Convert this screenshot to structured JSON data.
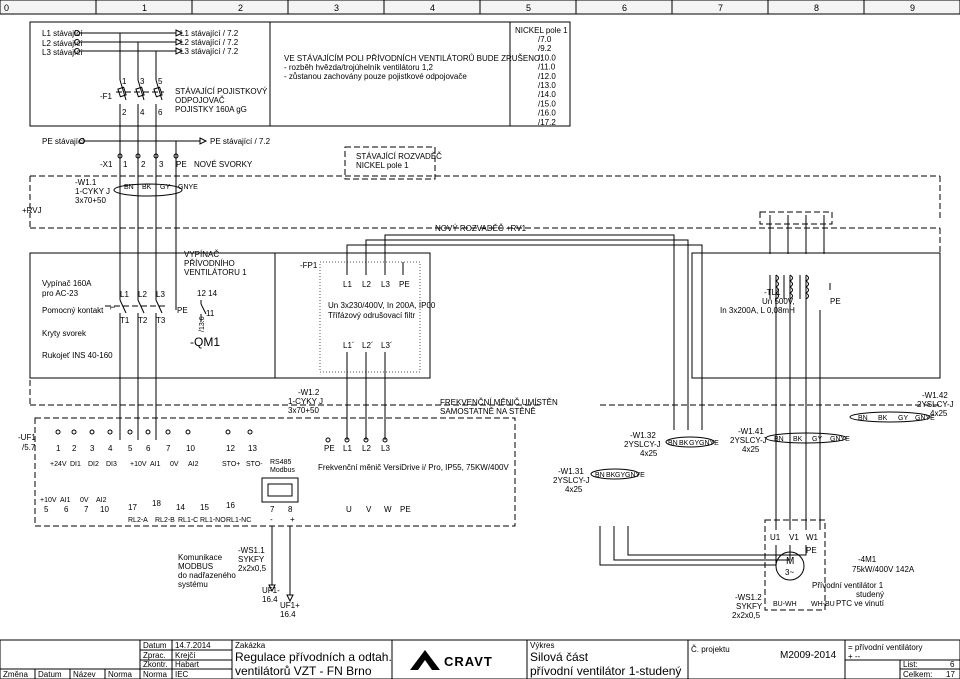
{
  "header": {
    "columns": [
      "0",
      "1",
      "2",
      "3",
      "4",
      "5",
      "6",
      "7",
      "8",
      "9"
    ]
  },
  "supply": {
    "lines": [
      "L1 stávající",
      "L2 stávající",
      "L3 stávající"
    ],
    "refs": [
      "L1 stávající / 7.2",
      "L2 stávající / 7.2",
      "L3 stávající / 7.2"
    ],
    "pe": "PE stávající",
    "pe_ref": "PE stávající / 7.2",
    "fuse_tag": "-F1",
    "fuse_pins_top": [
      "1",
      "3",
      "5"
    ],
    "fuse_pins_bottom": [
      "2",
      "4",
      "6"
    ],
    "fuse_note": [
      "STÁVAJÍCÍ POJISTKOVÝ",
      "ODPOJOVAČ",
      "POJISTKY 160A gG"
    ]
  },
  "note": {
    "lines": [
      "VE STÁVAJÍCÍM POLI PŘÍVODNÍCH VENTILÁTORŮ BUDE ZRUŠENO:",
      "- rozběh hvězda/trojúhelník ventilátoru 1,2",
      "- zůstanou zachovány pouze pojistkové odpojovače"
    ]
  },
  "nickel": {
    "title": "NICKEL pole 1",
    "refs": [
      "/7.0",
      "/9.2",
      "/10.0",
      "/11.0",
      "/12.0",
      "/13.0",
      "/14.0",
      "/15.0",
      "/16.0",
      "/17.2"
    ]
  },
  "terminals": {
    "tag": "-X1",
    "pins": [
      "1",
      "2",
      "3",
      "PE"
    ],
    "label": "NOVÉ SVORKY",
    "existing": [
      "STÁVAJÍCÍ ROZVADĚČ",
      "NICKEL pole 1"
    ]
  },
  "cable1": {
    "tag": "-W1.1",
    "type": "1-CYKY J",
    "size": "3x70+50",
    "cores": [
      "BN",
      "BK",
      "GY",
      "GNYE"
    ]
  },
  "rvj": "+RVJ",
  "new_panel": "NOVÝ ROZVADĚČ +RV1",
  "switch": {
    "desc": [
      "Vypínač 160A",
      "pro AC-23",
      "Pomocný kontakt",
      "Kryty svorek",
      "Rukojeť INS 40-160"
    ],
    "top": [
      "L1",
      "L2",
      "L3"
    ],
    "bottom": [
      "T1",
      "T2",
      "T3"
    ],
    "pe": "PE",
    "aux_top": "12 14",
    "aux_bottom": "11",
    "aux_ref": "/13.6",
    "title": [
      "VYPÍNAČ",
      "PŘÍVODNÍHO",
      "VENTILÁTORU 1"
    ],
    "tag": "-QM1"
  },
  "filter": {
    "tag": "-FP1",
    "top": [
      "L1",
      "L2",
      "L3",
      "PE"
    ],
    "bottom": [
      "L1´",
      "L2´",
      "L3´"
    ],
    "desc": [
      "Un 3x230/400V, In 200A, IP00",
      "Třífázový odrušovací filtr"
    ]
  },
  "choke": {
    "tag": "-TL1",
    "un": "Un 500V,",
    "in": "In 3x200A, L 0,08mH",
    "pe": "PE"
  },
  "cable2": {
    "tag": "-W1.2",
    "type": "1-CYKY J",
    "size": "3x70+50"
  },
  "vfd_note": [
    "FREKVENČNÍ MĚNIČ UMÍSTĚN",
    "SAMOSTATNĚ NA STĚNĚ"
  ],
  "vfd": {
    "tag": "-UF1",
    "ref": "/5.7",
    "row1": [
      "1",
      "2",
      "3",
      "4",
      "5",
      "6",
      "7",
      "10",
      "12",
      "13"
    ],
    "row1b": [
      "PE",
      "L1",
      "L2",
      "L3"
    ],
    "row2": [
      "+24V",
      "DI1",
      "DI2",
      "DI3",
      "+10V",
      "AI1",
      "0V",
      "AI2",
      "STO+",
      "STO-"
    ],
    "rs": [
      "RS485",
      "Modbus"
    ],
    "desc": "Frekvenční měnič VersiDrive i/ Pro, IP55, 75KW/400V",
    "row3": [
      "+10V",
      "AI1",
      "0V",
      "AI2"
    ],
    "row4": [
      "5",
      "6",
      "7",
      "10"
    ],
    "relay_nums": [
      "17",
      "18",
      "14",
      "15",
      "16"
    ],
    "relay_labels": [
      "RL2-A",
      "RL2-B",
      "RL1-C",
      "RL1-NO",
      "RL1-NC"
    ],
    "comm_pins": [
      "7",
      "8"
    ],
    "comm_signs": [
      "-",
      "+"
    ],
    "out": [
      "U",
      "V",
      "W",
      "PE"
    ]
  },
  "modbus_note": [
    "Komunikace",
    "MODBUS",
    "do nadřazeného",
    "systému"
  ],
  "ws1": {
    "tag": "-WS1.1",
    "type": "SYKFY",
    "size": "2x2x0,5"
  },
  "uf_minus": [
    "UF1-",
    "16.4"
  ],
  "uf_plus": [
    "UF1+",
    "16.4"
  ],
  "w131": {
    "tag": "-W1.31",
    "type": "2YSLCY-J",
    "size": "4x25",
    "cores": [
      "BN",
      "BK",
      "GY",
      "GNYE"
    ]
  },
  "w132": {
    "tag": "-W1.32",
    "type": "2YSLCY-J",
    "size": "4x25",
    "cores": [
      "BN",
      "BK",
      "GY",
      "GNYE"
    ]
  },
  "w141": {
    "tag": "-W1.41",
    "type": "2YSLCY-J",
    "size": "4x25",
    "cores": [
      "BN",
      "BK",
      "GY",
      "GNYE"
    ]
  },
  "w142": {
    "tag": "-W1.42",
    "type": "2YSLCY-J",
    "size": "4x25",
    "cores": [
      "BN",
      "BK",
      "GY",
      "GNYE"
    ]
  },
  "motor": {
    "pins": [
      "U1",
      "V1",
      "W1",
      "PE"
    ],
    "symbol": "M",
    "sym2": "3~",
    "tag": "-4M1",
    "rating": "75kW/400V 142A",
    "desc": [
      "Přívodní ventilátor 1",
      "studený",
      "PTC ve vinutí"
    ],
    "ptc": [
      "BU-WH",
      "WH-BU"
    ]
  },
  "ws12": {
    "tag": "-WS1.2",
    "type": "SYKFY",
    "size": "2x2x0,5"
  },
  "title_block": {
    "rev_headers": [
      "Změna",
      "Datum",
      "Název",
      "Norma"
    ],
    "rows": [
      [
        "Datum",
        "14.7.2014"
      ],
      [
        "Zprac.",
        "Krejčí"
      ],
      [
        "Zkontr.",
        "Habart"
      ],
      [
        "Norma",
        "IEC"
      ]
    ],
    "order_label": "Zakázka",
    "order": [
      "Regulace přívodních a odtah.",
      "ventilátorů VZT - FN Brno"
    ],
    "logo": "CRAVT",
    "drawing_label": "Výkres",
    "drawing": [
      "Silová část",
      "přívodní ventilátor 1-studený"
    ],
    "project_label": "Č. projektu",
    "project": "M2009-2014",
    "fn": [
      "= přívodní ventilátory",
      "+ --"
    ],
    "sheet_label": "List:",
    "sheet": "6",
    "total_label": "Celkem:",
    "total": "17"
  }
}
